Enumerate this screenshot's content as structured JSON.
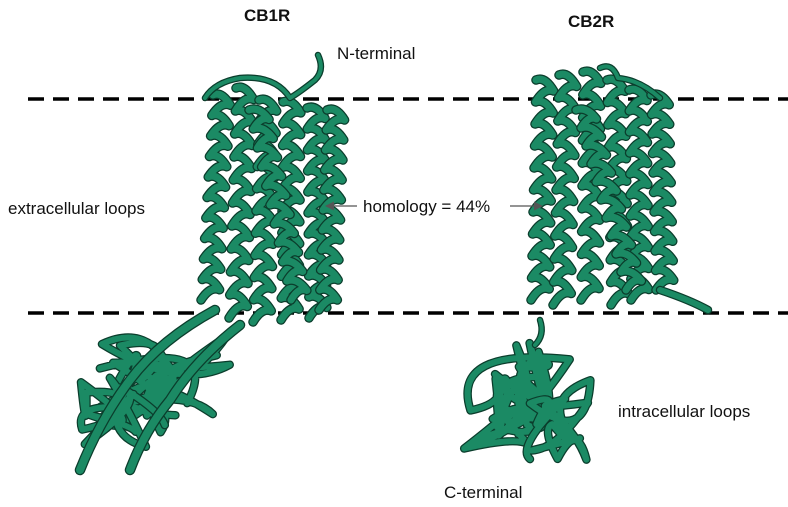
{
  "titles": {
    "left": "CB1R",
    "right": "CB2R"
  },
  "labels": {
    "n_terminal": "N-terminal",
    "c_terminal": "C-terminal",
    "extracellular": "extracellular loops",
    "intracellular": "intracellular loops",
    "homology": "homology = 44%"
  },
  "colors": {
    "protein": "#1b8a64",
    "protein_outline": "#0b3d2c",
    "membrane_line": "#000000",
    "arrow": "#555555"
  }
}
